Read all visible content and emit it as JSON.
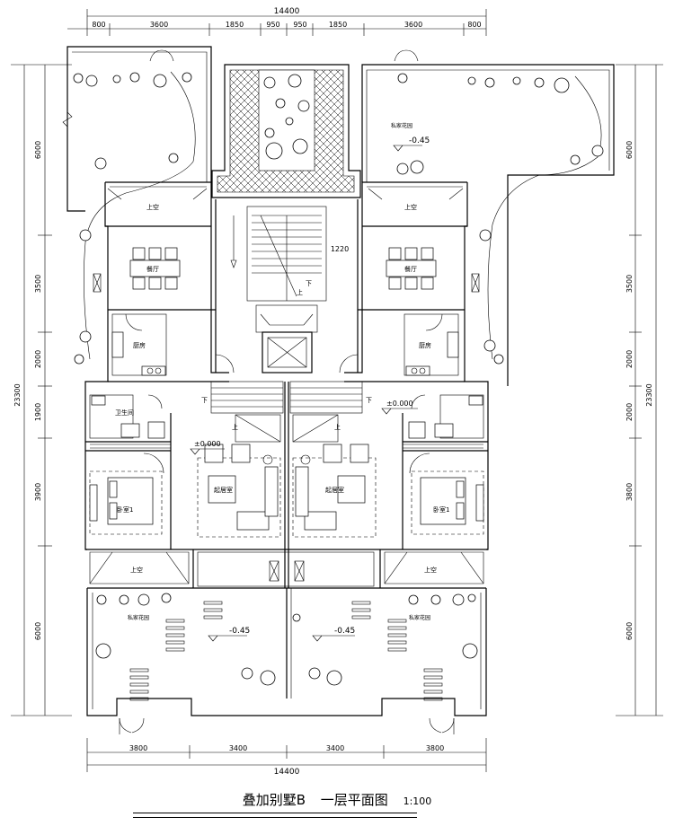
{
  "drawing": {
    "title_name": "叠加别墅B",
    "title_floor": "一层平面图",
    "title_scale": "1:100"
  },
  "dims": {
    "top_total": "14400",
    "top_segments": [
      "800",
      "3600",
      "1850",
      "950",
      "950",
      "1850",
      "3600",
      "800"
    ],
    "bottom_segments": [
      "3800",
      "3400",
      "3400",
      "3800"
    ],
    "bottom_total": "14400",
    "left_total": "23300",
    "left_segments": [
      "6000",
      "3500",
      "2000",
      "1900",
      "3900",
      "6000"
    ],
    "right_total": "23300",
    "right_segments": [
      "6000",
      "3500",
      "2000",
      "2000",
      "3800",
      "6000"
    ]
  },
  "rooms": {
    "dining_left": "餐厅",
    "dining_right": "餐厅",
    "kitchen_left": "厨房",
    "kitchen_right": "厨房",
    "bath_left": "卫生间",
    "living_left": "起居室",
    "living_right": "起居室",
    "bedroom_left": "卧室1",
    "bedroom_right": "卧室1",
    "garden_label_tr": "私家花园",
    "garden_label_bl": "私家花园",
    "garden_label_br": "私家花园",
    "up_label_1": "上空",
    "up_label_2": "上空",
    "up_label_3": "上空",
    "up_label_4": "上空",
    "stair_width": "1220",
    "stair_up_1": "上",
    "stair_down_1": "下",
    "stair_down_2": "下",
    "stair_down_3": "下",
    "stair_up_2": "上",
    "stair_up_3": "上"
  },
  "levels": {
    "garden_tr": "-0.45",
    "garden_bl": "-0.45",
    "garden_br": "-0.45",
    "floor_left": "±0.000",
    "floor_right": "±0.000"
  }
}
